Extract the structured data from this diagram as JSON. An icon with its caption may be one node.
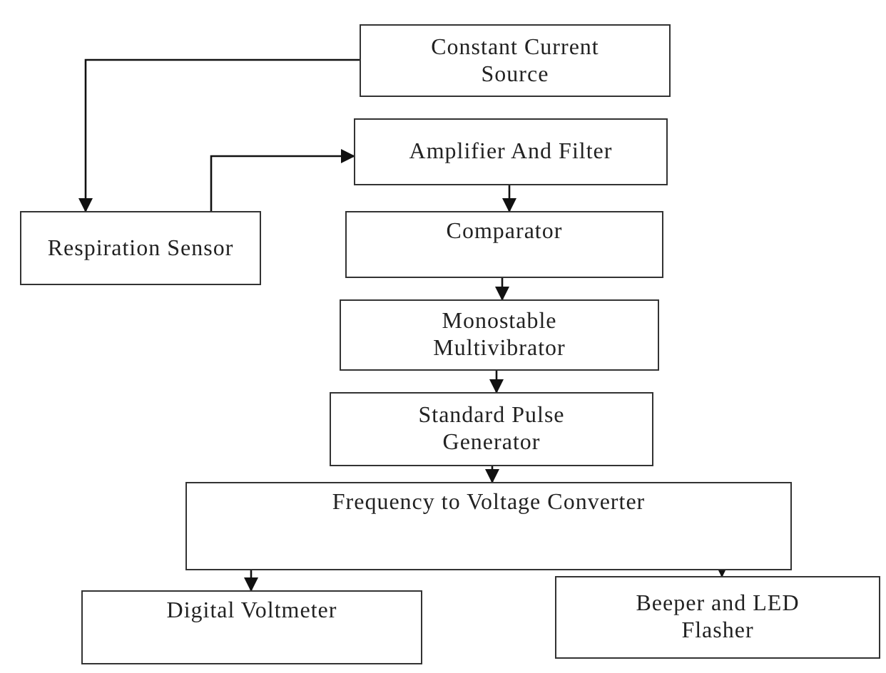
{
  "diagram": {
    "nodes": [
      {
        "text": [
          "Constant Current Source"
        ]
      },
      {
        "text": [
          "Amplifier And Filter"
        ]
      },
      {
        "text": [
          "Respiration Sensor"
        ]
      },
      {
        "text": [
          "Comparator"
        ]
      },
      {
        "text": [
          "Monostable Multivibrator"
        ]
      },
      {
        "text": [
          "Standard Pulse Generator"
        ]
      },
      {
        "text": [
          "Frequency to Voltage Converter"
        ]
      },
      {
        "text": [
          "Digital Voltmeter"
        ]
      },
      {
        "text": [
          "Beeper and LED Flasher"
        ]
      }
    ],
    "edges": [
      {
        "from": 0,
        "to": 2,
        "arrow": "to"
      },
      {
        "from": 2,
        "to": 1,
        "arrow": "to"
      },
      {
        "from": 1,
        "to": 3,
        "arrow": "to"
      },
      {
        "from": 3,
        "to": 4,
        "arrow": "to"
      },
      {
        "from": 4,
        "to": 5,
        "arrow": "to"
      },
      {
        "from": 5,
        "to": 6,
        "arrow": "to"
      },
      {
        "from": 6,
        "to": 7,
        "arrow": "to"
      },
      {
        "from": 6,
        "to": 8,
        "arrow": "to"
      }
    ]
  }
}
